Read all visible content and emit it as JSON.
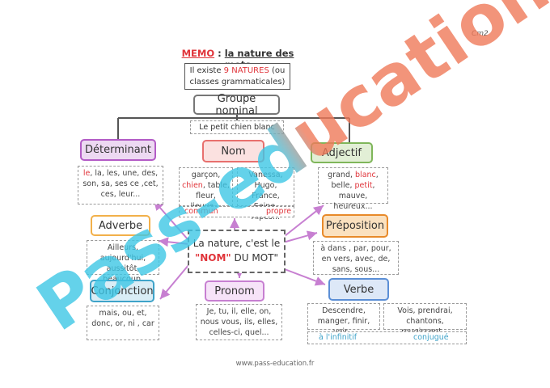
{
  "level": "Cm2",
  "header": {
    "memo": "MEMO",
    "sep": " : ",
    "title": "la nature des mots"
  },
  "intro": {
    "part1": "Il existe ",
    "highlight": "9 NATURES",
    "part2": " (ou",
    "line2": "classes grammaticales)"
  },
  "groupe_nominal": {
    "title": "Groupe nominal",
    "example": "Le petit chien blanc"
  },
  "determinant": {
    "label": "Déterminant",
    "ex_red": "le",
    "ex_rest": ", la, les, une, des, son, sa, ses ce ,cet, ces, leur..."
  },
  "nom": {
    "label": "Nom",
    "commun_ex_a": "garçon, ",
    "commun_ex_red": "chien",
    "commun_ex_b": ", table, fleur, lieuve...",
    "propre_ex": "Vanessa, Hugo, France, Seine, Alpes...",
    "commun_tag": "commun",
    "propre_tag": "propre"
  },
  "adjectif": {
    "label": "Adjectif",
    "ex_a": "grand, ",
    "ex_red1": "blanc",
    "ex_b": ", belle, ",
    "ex_red2": "petit",
    "ex_c": ", mauve, heureux..."
  },
  "adverbe": {
    "label": "Adverbe",
    "ex": "Ailleurs, aujourd'hui, aussitôt, beaucoup, lentement, ici..."
  },
  "center": {
    "line1": "La nature, c'est le",
    "line2_q": "\"NOM\"",
    "line2_rest": " DU MOT\""
  },
  "preposition": {
    "label": "Préposition",
    "ex": "à dans , par, pour, en vers, avec, de, sans, sous..."
  },
  "conjonction": {
    "label": "Conjonction",
    "ex": "mais, ou, et, donc, or, ni , car"
  },
  "pronom": {
    "label": "Pronom",
    "ex": "Je, tu, il, elle, on, nous vous, ils, elles, celles-ci, quel..."
  },
  "verbe": {
    "label": "Verbe",
    "inf_ex": "Descendre, manger, finir, voir...",
    "conj_ex": "Vois, prendrai, chantons, rougissent...",
    "inf_tag": "à l'infinitif",
    "conj_tag": "conjugué"
  },
  "watermark": "Pass-education",
  "footer": "www.pass-education.fr",
  "colors": {
    "determinant": "#b35cc6",
    "determinant_bg": "#edd9f2",
    "nom": "#e8706e",
    "nom_bg": "#fbe1e0",
    "adjectif": "#7fb65a",
    "adjectif_bg": "#e2efd6",
    "adverbe": "#f2b04a",
    "preposition": "#e88a2a",
    "preposition_bg": "#fbe1bf",
    "conjonction": "#3fa3c9",
    "conjonction_bg": "#d9edf6",
    "pronom": "#c77fd1",
    "pronom_bg": "#f6e3f8",
    "verbe": "#5b8fd6",
    "verbe_bg": "#dde8f7",
    "arrow": "#c77fd1",
    "red": "#e0343a",
    "watermark_cyan": "#3ec7e6",
    "watermark_orange": "#f07a5a"
  }
}
